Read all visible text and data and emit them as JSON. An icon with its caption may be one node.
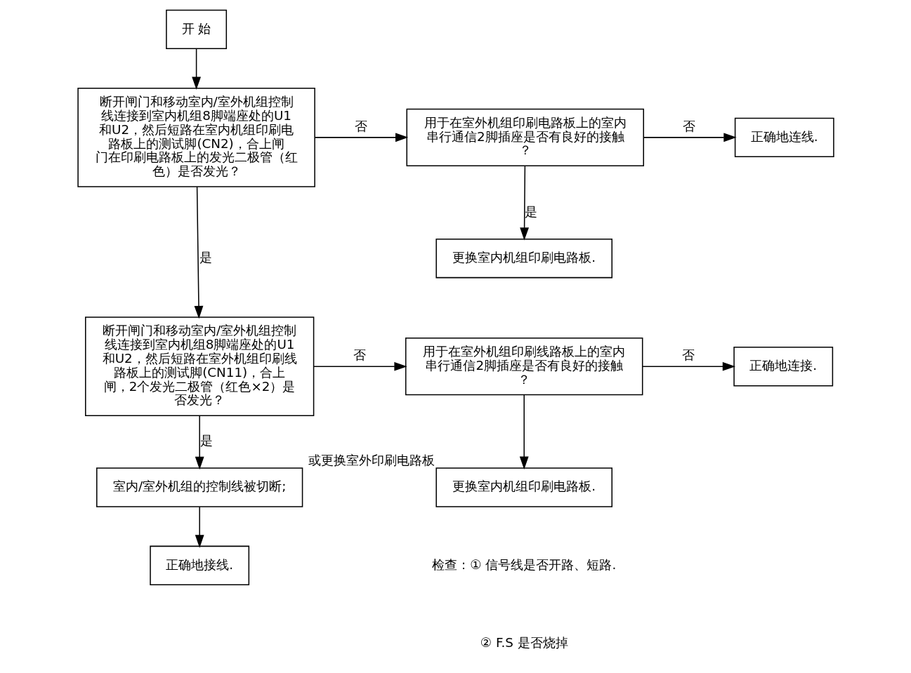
{
  "diagram": {
    "nodes": [
      {
        "text": [
          "开 始"
        ]
      },
      {
        "text": [
          "断开闸门和移动室内/室外机组控制线连接到室内机组8脚端座处的U1和U2，然后短路在室内机组印刷电路板上的测试脚(CN2)，合上闸门在印刷电路板上的发光二极管（红色）是否发光？"
        ]
      },
      {
        "text": [
          "用于在室外机组印刷电路板上的室内串行通信2脚插座是否有良好的接触？"
        ]
      },
      {
        "text": [
          "正确地连线."
        ]
      },
      {
        "text": [
          "更换室内机组印刷电路板."
        ]
      },
      {
        "text": [
          "断开闸门和移动室内/室外机组控制线连接到室内机组8脚端座处的U1和U2，然后短路在室外机组印刷线路板上的测试脚(CN11)，合上闸，2个发光二极管（红色×2）是否发光？"
        ]
      },
      {
        "text": [
          "用于在室外机组印刷线路板上的室内串行通信2脚插座是否有良好的接触？"
        ]
      },
      {
        "text": [
          "正确地连接."
        ]
      },
      {
        "text": [
          "室内/室外机组的控制线被切断;"
        ]
      },
      {
        "text": [
          "正确地接线."
        ]
      },
      {
        "text": [
          "更换室内机组印刷电路板."
        ],
        "beside": [
          "或更换室外印刷电路板"
        ]
      }
    ],
    "edges": [
      {
        "from": 0,
        "to": 1,
        "arrow": "to"
      },
      {
        "from": 1,
        "to": 2,
        "arrow": "to",
        "label": "否"
      },
      {
        "from": 1,
        "to": 5,
        "arrow": "to",
        "label": "是"
      },
      {
        "from": 2,
        "to": 3,
        "arrow": "to",
        "label": "否"
      },
      {
        "from": 2,
        "to": 4,
        "arrow": "to",
        "label": "是"
      },
      {
        "from": 5,
        "to": 6,
        "arrow": "to",
        "label": "否"
      },
      {
        "from": 5,
        "to": 8,
        "arrow": "to",
        "label": "是"
      },
      {
        "from": 6,
        "to": 7,
        "arrow": "to",
        "label": "否"
      },
      {
        "from": 6,
        "to": 10,
        "arrow": "to"
      },
      {
        "from": 8,
        "to": 9,
        "arrow": "to"
      }
    ],
    "labels": [
      "检查：① 信号线是否开路、短路.",
      "② F.S 是否烧掉"
    ]
  }
}
